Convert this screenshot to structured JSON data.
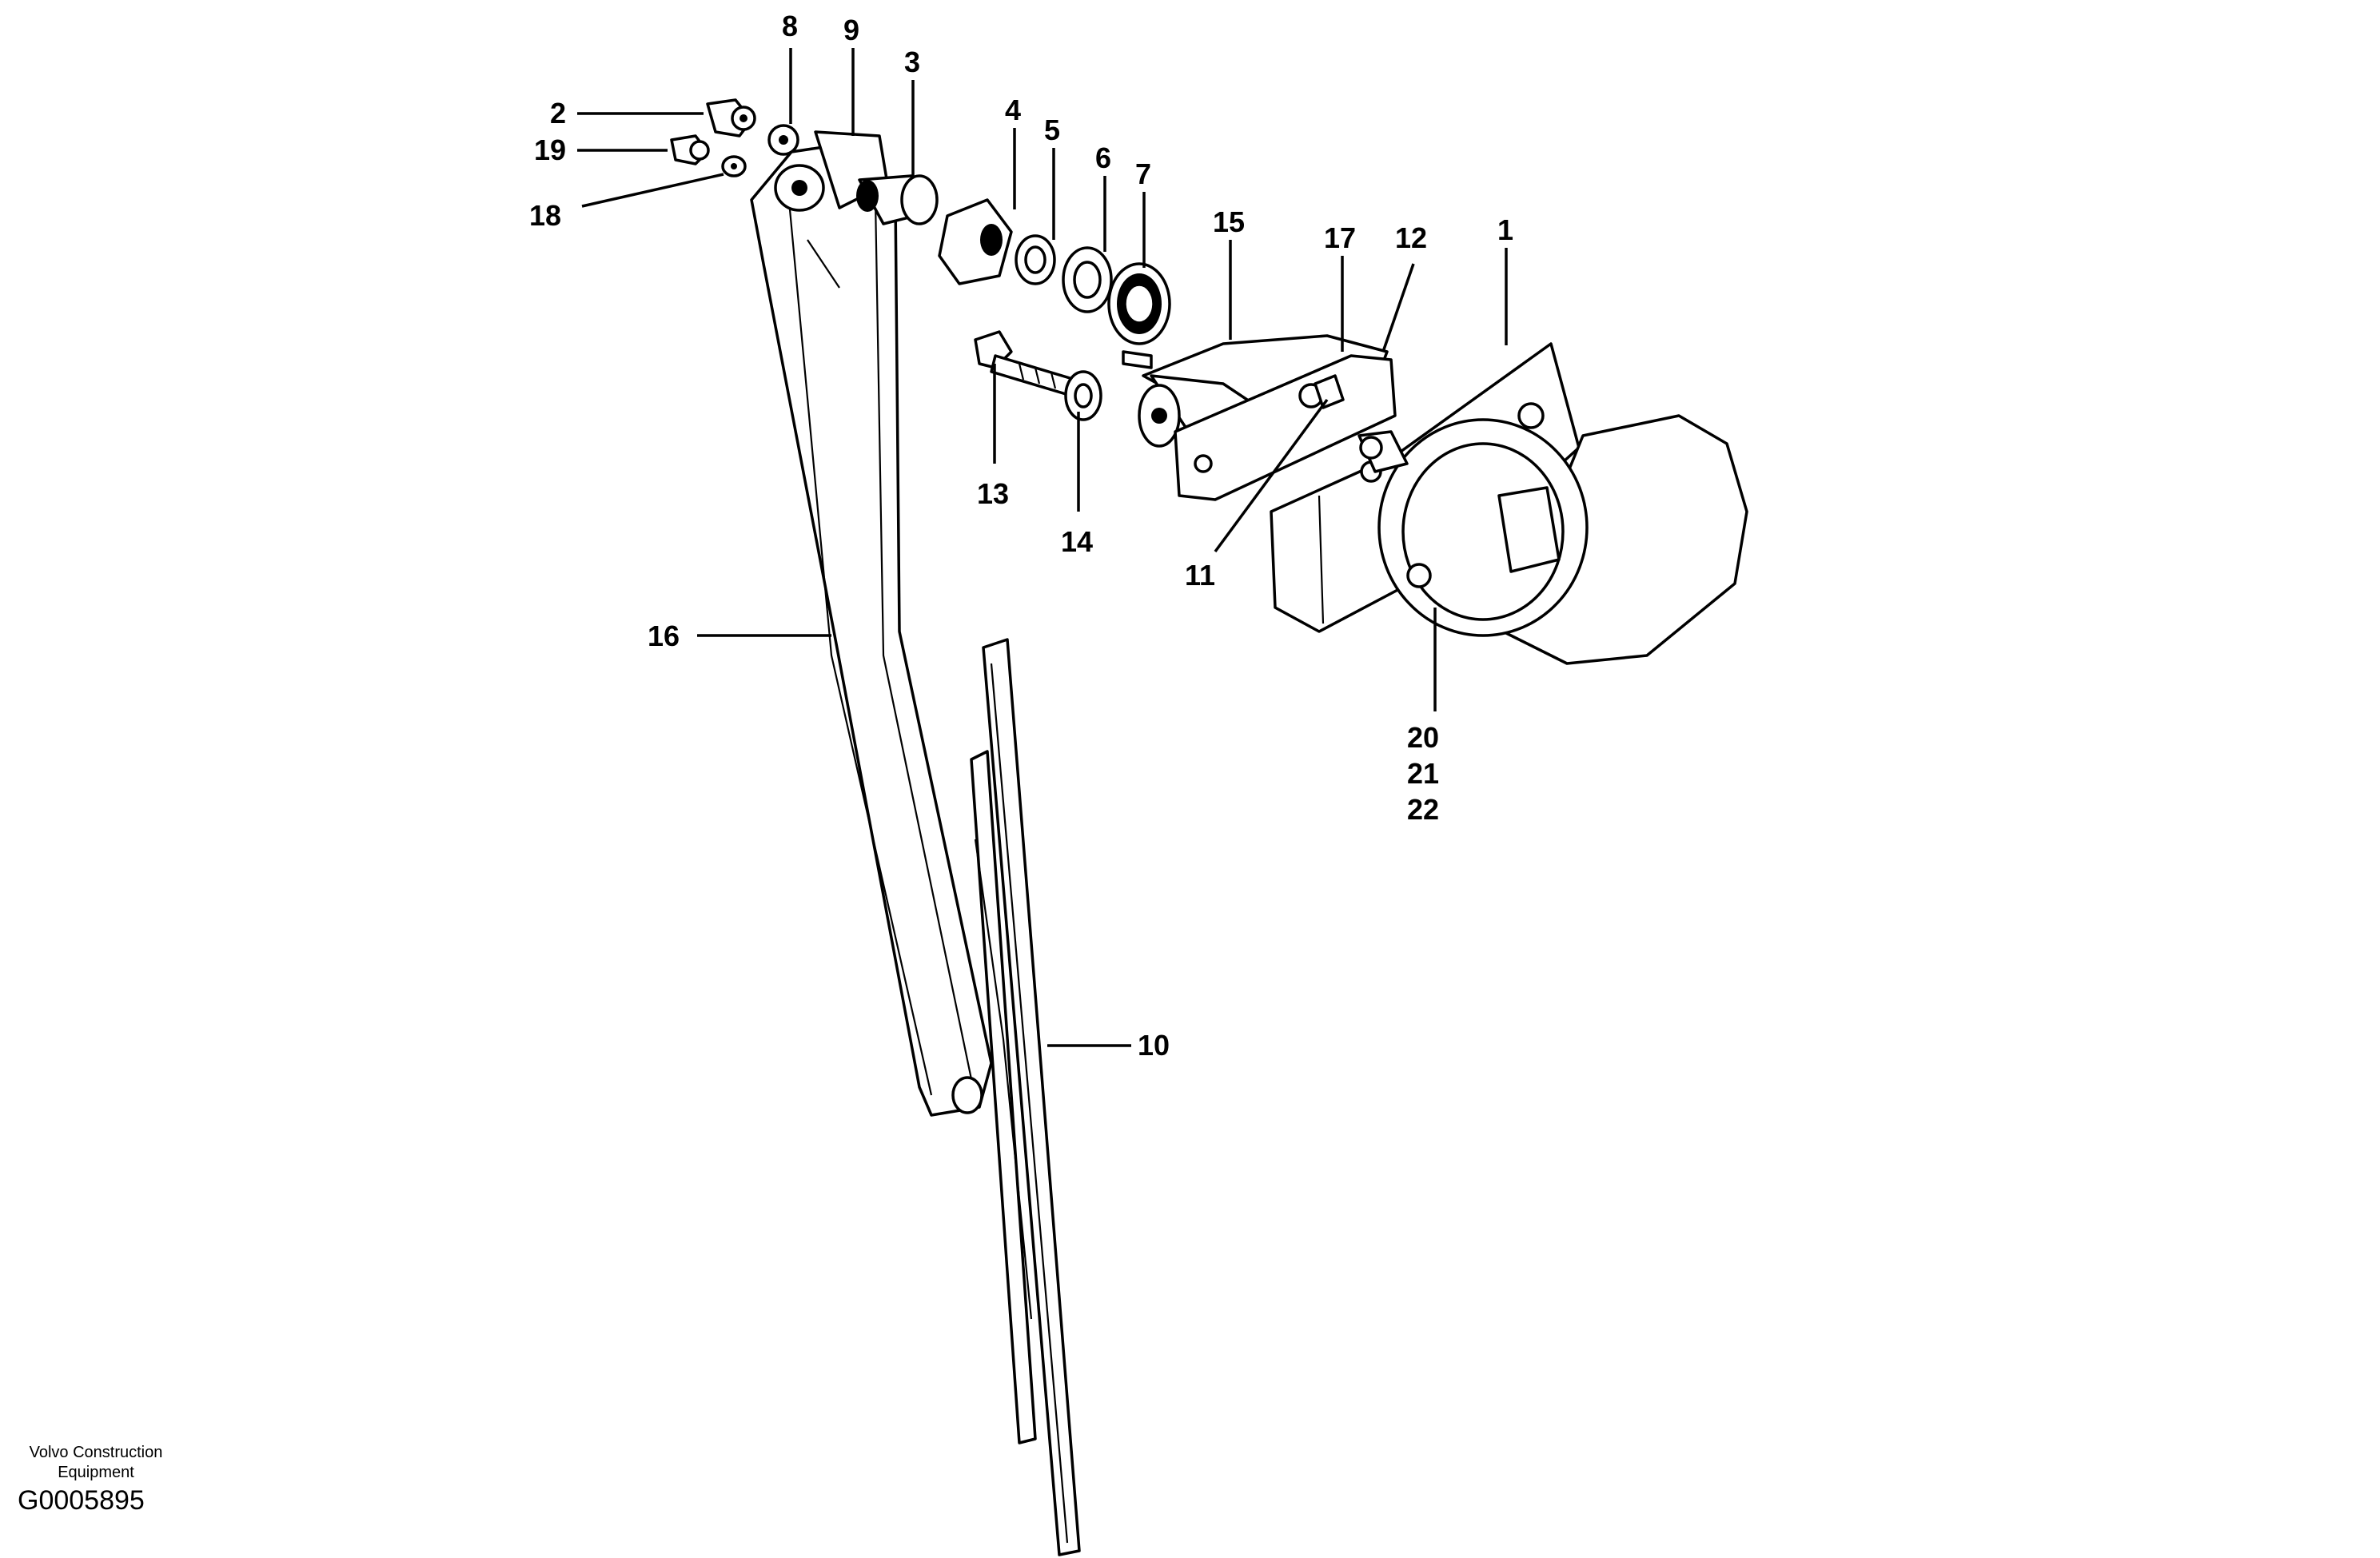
{
  "labels": {
    "p1": "1",
    "p2": "2",
    "p3": "3",
    "p4": "4",
    "p5": "5",
    "p6": "6",
    "p7": "7",
    "p8": "8",
    "p9": "9",
    "p10": "10",
    "p11": "11",
    "p12": "12",
    "p13": "13",
    "p14": "14",
    "p15": "15",
    "p16": "16",
    "p17": "17",
    "p18": "18",
    "p19": "19",
    "p20": "20",
    "p21": "21",
    "p22": "22"
  },
  "footer": {
    "company": "Volvo Construction Equipment",
    "code": "G0005895"
  }
}
